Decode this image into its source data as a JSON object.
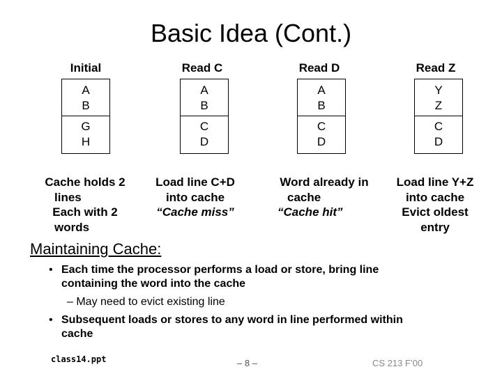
{
  "title": "Basic Idea (Cont.)",
  "columns": [
    {
      "header": "Initial",
      "lines": [
        [
          "A",
          "B"
        ],
        [
          "G",
          "H"
        ]
      ],
      "note": [
        "Cache holds 2",
        "lines",
        "Each with 2",
        "words"
      ]
    },
    {
      "header": "Read  C",
      "lines": [
        [
          "A",
          "B"
        ],
        [
          "C",
          "D"
        ]
      ],
      "note": [
        "Load line C+D",
        "into cache"
      ],
      "note_italic": "“Cache miss”"
    },
    {
      "header": "Read  D",
      "lines": [
        [
          "A",
          "B"
        ],
        [
          "C",
          "D"
        ]
      ],
      "note": [
        "Word already in",
        "cache"
      ],
      "note_italic": "“Cache hit”"
    },
    {
      "header": "Read  Z",
      "lines": [
        [
          "Y",
          "Z"
        ],
        [
          "C",
          "D"
        ]
      ],
      "note": [
        "Load line Y+Z",
        "into cache",
        "Evict oldest",
        "entry"
      ]
    }
  ],
  "maintaining": {
    "heading": "Maintaining Cache:",
    "bullet1_line1": "Each time the processor performs a load or store, bring line",
    "bullet1_line2": "containing the word into the cache",
    "sub1": "– May need to evict existing line",
    "bullet2_line1": "Subsequent loads or stores to any word in line performed within",
    "bullet2_line2": "cache",
    "bullet_glyph": "•"
  },
  "footer": {
    "file": "class14.ppt",
    "page": "– 8 –",
    "course": "CS 213 F’00"
  }
}
